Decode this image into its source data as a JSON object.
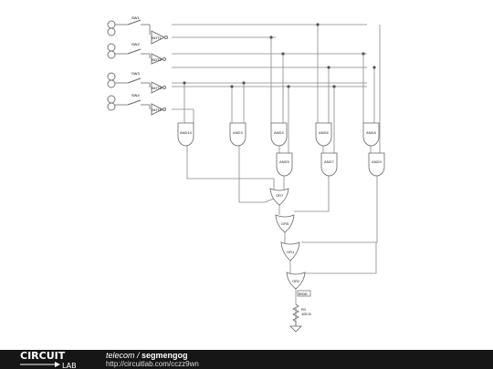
{
  "switches": [
    {
      "name": "SW1"
    },
    {
      "name": "SW2"
    },
    {
      "name": "SW3"
    },
    {
      "name": "SW4"
    }
  ],
  "nots": [
    "NOT1",
    "NOT2",
    "NOT3",
    "NOT4"
  ],
  "gates": {
    "and14": "AND14",
    "and3": "AND3",
    "and4": "AND4",
    "and6": "AND6",
    "and8": "AND8",
    "and5": "AND5",
    "and7": "AND7",
    "and9": "AND9",
    "or7": "OR7",
    "or5": "OR5",
    "or1": "OR1",
    "or2": "OR2"
  },
  "led": "500Ω",
  "resistor": {
    "name": "R1",
    "value": "100 Ω"
  },
  "footer": {
    "logo_top": "CIRCUIT",
    "logo_bottom": "LAB",
    "author": "telecom",
    "separator": " / ",
    "title": "segmengog",
    "url": "http://circuitlab.com/cczz9wn"
  }
}
